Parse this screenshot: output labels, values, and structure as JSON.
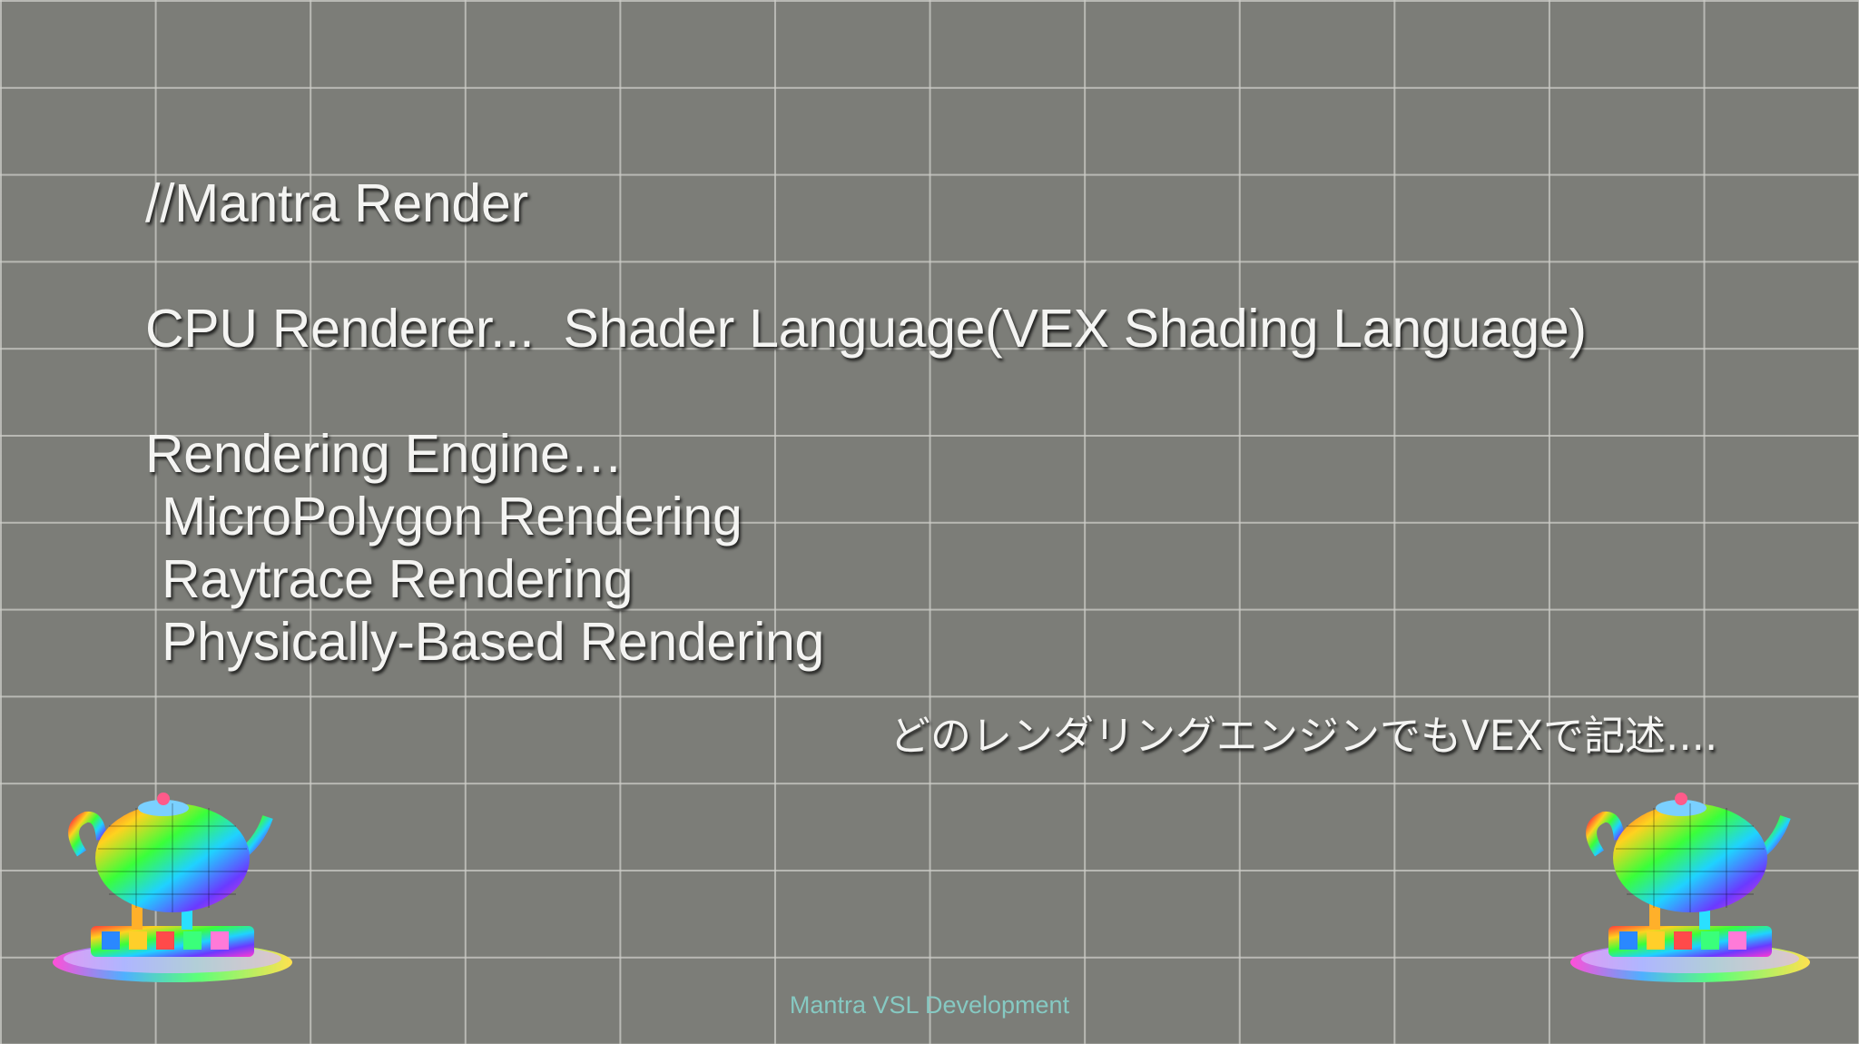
{
  "slide": {
    "title": "//Mantra Render",
    "line_cpu": "CPU Renderer...  Shader Language(VEX Shading Language)",
    "line_engine": "Rendering Engine…",
    "engines": [
      "MicroPolygon Rendering",
      "Raytrace Rendering",
      "Physically-Based Rendering"
    ],
    "note_jp": "どのレンダリングエンジンでもVEXで記述....",
    "footer": "Mantra VSL Development"
  },
  "decorations": {
    "left_icon": "rainbow-teapot-icon",
    "right_icon": "rainbow-teapot-icon"
  },
  "colors": {
    "background": "#7c7d78",
    "grid": "#cdcdc8",
    "text": "#f4f4f2",
    "footer": "#86c9c2"
  }
}
